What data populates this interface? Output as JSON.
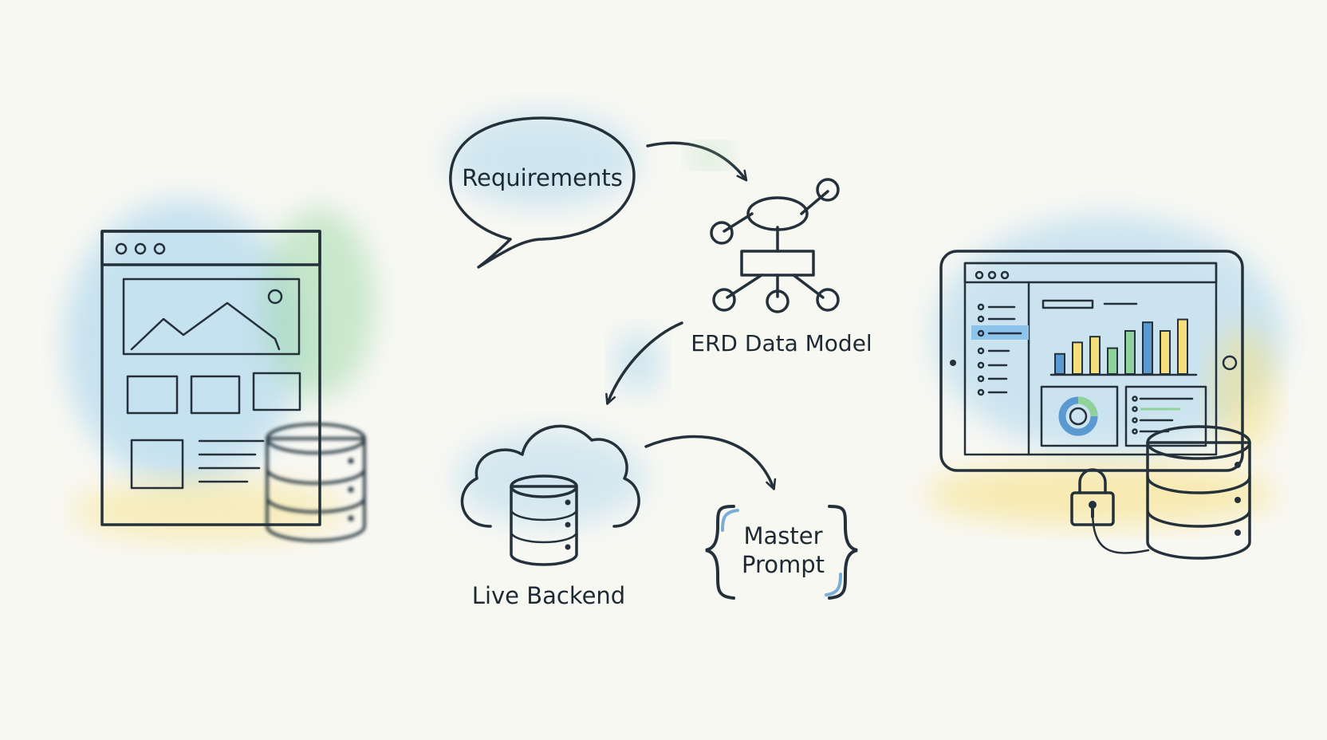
{
  "nodes": {
    "requirements": {
      "label": "Requirements"
    },
    "erd": {
      "label": "ERD Data Model"
    },
    "backend": {
      "label": "Live Backend"
    },
    "prompt": {
      "line1": "Master",
      "line2": "Prompt"
    }
  },
  "icons": {
    "left": "website-mockup-icon",
    "right": "tablet-dashboard-icon",
    "database": "database-icon",
    "lock": "padlock-icon",
    "cloud": "cloud-icon"
  },
  "chart_bars": [
    0.35,
    0.55,
    0.65,
    0.45,
    0.75,
    0.9,
    0.75,
    0.95
  ],
  "colors": {
    "ink": "#24313a",
    "blue": "#9fd0ec",
    "blue_dark": "#5a9ad0",
    "green": "#8fd39b",
    "yellow": "#f6df7a",
    "paper": "#f8f8f3"
  }
}
